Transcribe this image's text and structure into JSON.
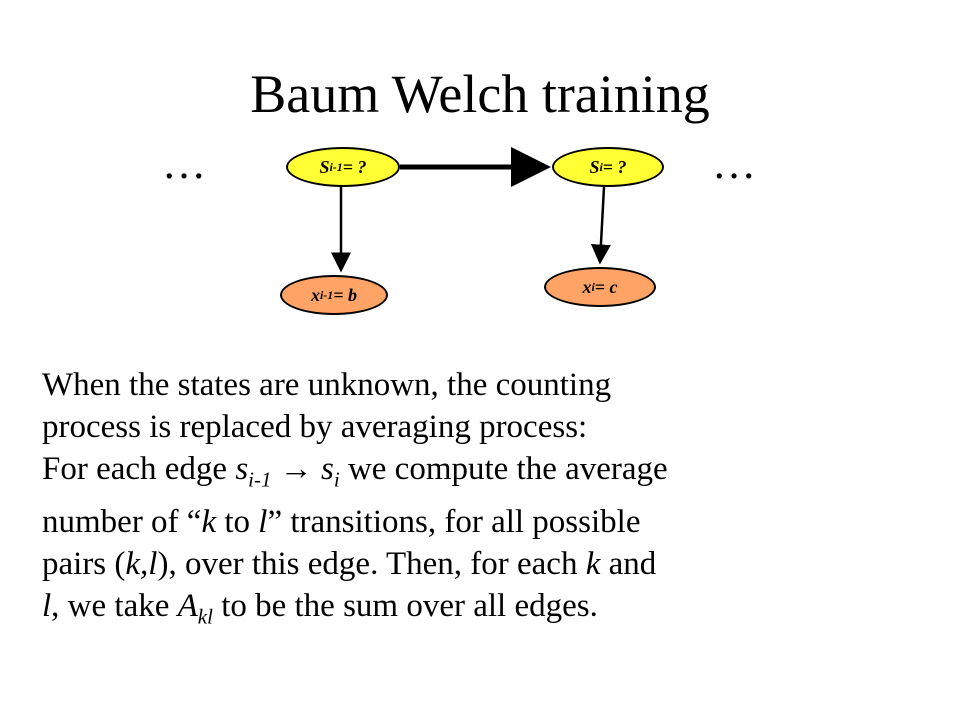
{
  "title": "Baum Welch training",
  "ellipsis": "…",
  "nodes": {
    "s_prev": {
      "base": "S",
      "sub": "i-1",
      "rest": "= ?"
    },
    "s_cur": {
      "base": "S",
      "sub": "i",
      "rest": "= ?"
    },
    "x_prev": {
      "base": "x",
      "sub": "i-1",
      "rest": "= b"
    },
    "x_cur": {
      "base": "x",
      "sub": "i",
      "rest": "= c"
    }
  },
  "colors": {
    "state_fill": "#ffff33",
    "obs_fill": "#ffa366"
  },
  "text": {
    "line1": "When the states are unknown, the counting",
    "line2": "process is replaced by averaging process:",
    "line3_a": "For each edge ",
    "line3_s1": "s",
    "line3_s1_sub": "i-1",
    "line3_arrow": " → ",
    "line3_s2": "s",
    "line3_s2_sub": "i",
    "line3_b": " we compute the average",
    "line4_a": "number of “",
    "line4_k": "k",
    "line4_to": " to ",
    "line4_l": "l",
    "line4_b": "”  transitions, for all possible",
    "line5_a": "pairs (",
    "line5_kl": "k,l",
    "line5_b": "), over this edge. Then, for each  ",
    "line5_k": "k",
    "line5_c": " and",
    "line6_l": "l",
    "line6_a": ", we take ",
    "line6_A": "A",
    "line6_A_sub": "kl",
    "line6_b": " to be the sum over all edges."
  }
}
